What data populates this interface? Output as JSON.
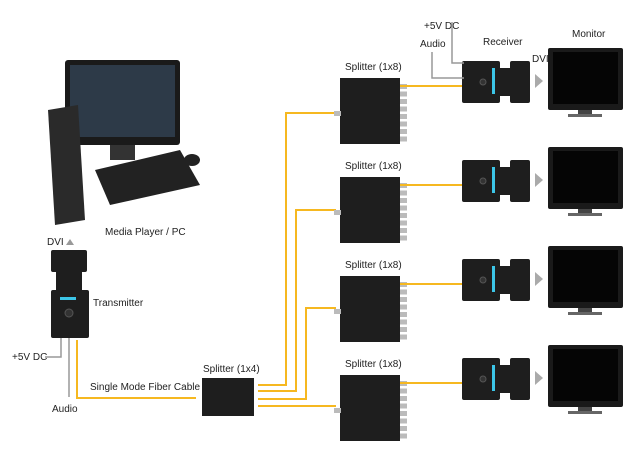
{
  "labels": {
    "media_player": "Media Player / PC",
    "dvi_tx": "DVI",
    "transmitter": "Transmitter",
    "power_tx": "+5V DC",
    "audio_tx": "Audio",
    "fiber_cable": "Single Mode Fiber Cable",
    "splitter_1x4": "Splitter (1x4)",
    "splitter_1x8": [
      "Splitter (1x8)",
      "Splitter (1x8)",
      "Splitter (1x8)",
      "Splitter (1x8)"
    ],
    "power_rx": "+5V DC",
    "audio_rx": "Audio",
    "receiver": "Receiver",
    "dvi_rx": "DVI",
    "monitor": "Monitor"
  },
  "colors": {
    "fiber": "#f6b820",
    "device": "#1e1e1e",
    "led": "#3cc6e8"
  }
}
